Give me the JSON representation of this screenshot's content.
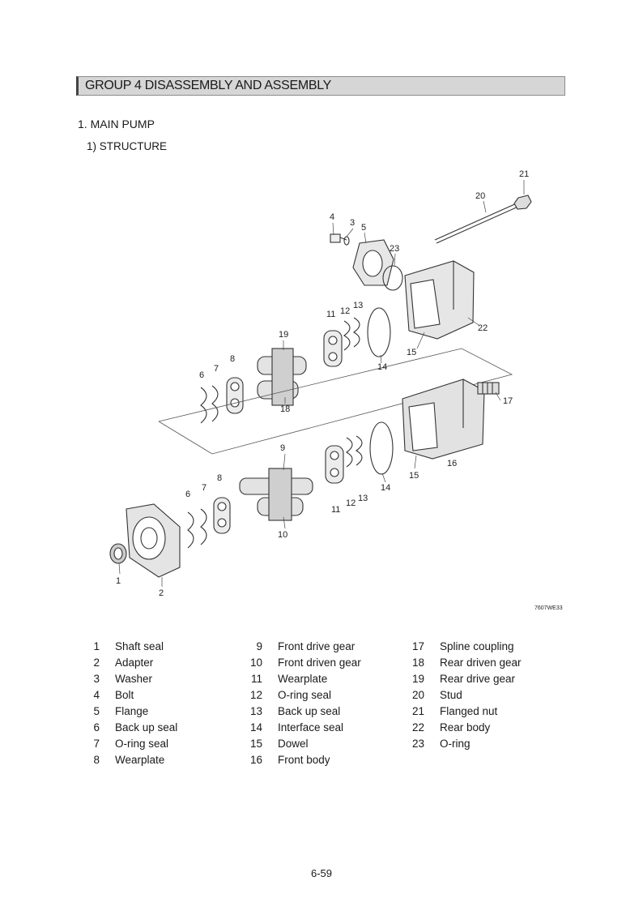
{
  "header": {
    "group_title": "GROUP  4  DISASSEMBLY AND ASSEMBLY"
  },
  "section": {
    "title": "1. MAIN PUMP",
    "subsection": "1) STRUCTURE"
  },
  "diagram": {
    "drawing_code": "7607WE33",
    "callouts": [
      "1",
      "2",
      "3",
      "4",
      "5",
      "6",
      "7",
      "8",
      "9",
      "10",
      "11",
      "12",
      "13",
      "14",
      "15",
      "16",
      "17",
      "18",
      "19",
      "20",
      "21",
      "22",
      "23"
    ]
  },
  "parts": {
    "columns": [
      [
        {
          "num": "1",
          "name": "Shaft seal"
        },
        {
          "num": "2",
          "name": "Adapter"
        },
        {
          "num": "3",
          "name": "Washer"
        },
        {
          "num": "4",
          "name": "Bolt"
        },
        {
          "num": "5",
          "name": "Flange"
        },
        {
          "num": "6",
          "name": "Back up seal"
        },
        {
          "num": "7",
          "name": "O-ring seal"
        },
        {
          "num": "8",
          "name": "Wearplate"
        }
      ],
      [
        {
          "num": "9",
          "name": "Front drive gear"
        },
        {
          "num": "10",
          "name": "Front driven gear"
        },
        {
          "num": "11",
          "name": "Wearplate"
        },
        {
          "num": "12",
          "name": "O-ring seal"
        },
        {
          "num": "13",
          "name": "Back up seal"
        },
        {
          "num": "14",
          "name": "Interface seal"
        },
        {
          "num": "15",
          "name": "Dowel"
        },
        {
          "num": "16",
          "name": "Front body"
        }
      ],
      [
        {
          "num": "17",
          "name": "Spline coupling"
        },
        {
          "num": "18",
          "name": "Rear driven gear"
        },
        {
          "num": "19",
          "name": "Rear drive gear"
        },
        {
          "num": "20",
          "name": "Stud"
        },
        {
          "num": "21",
          "name": "Flanged nut"
        },
        {
          "num": "22",
          "name": "Rear body"
        },
        {
          "num": "23",
          "name": "O-ring"
        }
      ]
    ]
  },
  "footer": {
    "page_number": "6-59"
  }
}
